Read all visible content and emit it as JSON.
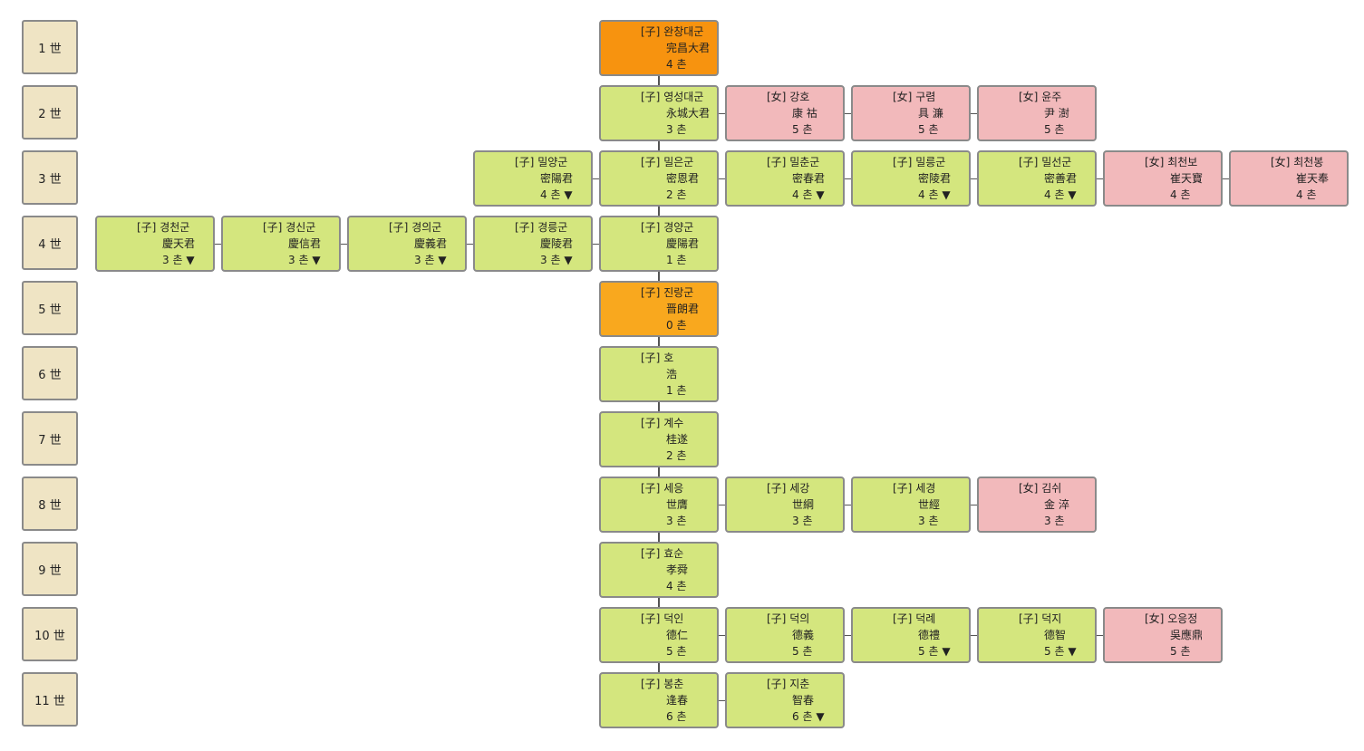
{
  "generations": [
    "1 世",
    "2 世",
    "3 世",
    "4 世",
    "5 世",
    "6 世",
    "7 世",
    "8 世",
    "9 世",
    "10 世",
    "11 世"
  ],
  "rows": [
    [
      {
        "col": 0,
        "sex": "ancestor",
        "rel": "[子]",
        "name": "완창대군",
        "hanja": "完昌大君",
        "chon": "4 촌",
        "more": ""
      }
    ],
    [
      {
        "col": 0,
        "sex": "male",
        "rel": "[子]",
        "name": "영성대군",
        "hanja": "永城大君",
        "chon": "3 촌",
        "more": ""
      },
      {
        "col": 1,
        "sex": "female",
        "rel": "[女]",
        "name": "강호",
        "hanja": "康 祜",
        "chon": "5 촌",
        "more": ""
      },
      {
        "col": 2,
        "sex": "female",
        "rel": "[女]",
        "name": "구렴",
        "hanja": "具 濂",
        "chon": "5 촌",
        "more": ""
      },
      {
        "col": 3,
        "sex": "female",
        "rel": "[女]",
        "name": "윤주",
        "hanja": "尹 澍",
        "chon": "5 촌",
        "more": ""
      }
    ],
    [
      {
        "col": -1,
        "sex": "male",
        "rel": "[子]",
        "name": "밀양군",
        "hanja": "密陽君",
        "chon": "4 촌",
        "more": "▼"
      },
      {
        "col": 0,
        "sex": "male",
        "rel": "[子]",
        "name": "밀은군",
        "hanja": "密恩君",
        "chon": "2 촌",
        "more": ""
      },
      {
        "col": 1,
        "sex": "male",
        "rel": "[子]",
        "name": "밀춘군",
        "hanja": "密春君",
        "chon": "4 촌",
        "more": "▼"
      },
      {
        "col": 2,
        "sex": "male",
        "rel": "[子]",
        "name": "밀릉군",
        "hanja": "密陵君",
        "chon": "4 촌",
        "more": "▼"
      },
      {
        "col": 3,
        "sex": "male",
        "rel": "[子]",
        "name": "밀선군",
        "hanja": "密善君",
        "chon": "4 촌",
        "more": "▼"
      },
      {
        "col": 4,
        "sex": "female",
        "rel": "[女]",
        "name": "최천보",
        "hanja": "崔天寶",
        "chon": "4 촌",
        "more": ""
      },
      {
        "col": 5,
        "sex": "female",
        "rel": "[女]",
        "name": "최천봉",
        "hanja": "崔天奉",
        "chon": "4 촌",
        "more": ""
      }
    ],
    [
      {
        "col": -4,
        "sex": "male",
        "rel": "[子]",
        "name": "경천군",
        "hanja": "慶天君",
        "chon": "3 촌",
        "more": "▼"
      },
      {
        "col": -3,
        "sex": "male",
        "rel": "[子]",
        "name": "경신군",
        "hanja": "慶信君",
        "chon": "3 촌",
        "more": "▼"
      },
      {
        "col": -2,
        "sex": "male",
        "rel": "[子]",
        "name": "경의군",
        "hanja": "慶義君",
        "chon": "3 촌",
        "more": "▼"
      },
      {
        "col": -1,
        "sex": "male",
        "rel": "[子]",
        "name": "경릉군",
        "hanja": "慶陵君",
        "chon": "3 촌",
        "more": "▼"
      },
      {
        "col": 0,
        "sex": "male",
        "rel": "[子]",
        "name": "경양군",
        "hanja": "慶陽君",
        "chon": "1 촌",
        "more": ""
      }
    ],
    [
      {
        "col": 0,
        "sex": "self",
        "rel": "[子]",
        "name": "진랑군",
        "hanja": "晋朗君",
        "chon": "0 촌",
        "more": ""
      }
    ],
    [
      {
        "col": 0,
        "sex": "male",
        "rel": "[子]",
        "name": "호",
        "hanja": "浩",
        "chon": "1 촌",
        "more": ""
      }
    ],
    [
      {
        "col": 0,
        "sex": "male",
        "rel": "[子]",
        "name": "계수",
        "hanja": "桂遂",
        "chon": "2 촌",
        "more": ""
      }
    ],
    [
      {
        "col": 0,
        "sex": "male",
        "rel": "[子]",
        "name": "세응",
        "hanja": "世膺",
        "chon": "3 촌",
        "more": ""
      },
      {
        "col": 1,
        "sex": "male",
        "rel": "[子]",
        "name": "세강",
        "hanja": "世綱",
        "chon": "3 촌",
        "more": ""
      },
      {
        "col": 2,
        "sex": "male",
        "rel": "[子]",
        "name": "세경",
        "hanja": "世經",
        "chon": "3 촌",
        "more": ""
      },
      {
        "col": 3,
        "sex": "female",
        "rel": "[女]",
        "name": "김쉬",
        "hanja": "金 淬",
        "chon": "3 촌",
        "more": ""
      }
    ],
    [
      {
        "col": 0,
        "sex": "male",
        "rel": "[子]",
        "name": "효순",
        "hanja": "孝舜",
        "chon": "4 촌",
        "more": ""
      }
    ],
    [
      {
        "col": 0,
        "sex": "male",
        "rel": "[子]",
        "name": "덕인",
        "hanja": "德仁",
        "chon": "5 촌",
        "more": ""
      },
      {
        "col": 1,
        "sex": "male",
        "rel": "[子]",
        "name": "덕의",
        "hanja": "德義",
        "chon": "5 촌",
        "more": ""
      },
      {
        "col": 2,
        "sex": "male",
        "rel": "[子]",
        "name": "덕례",
        "hanja": "德禮",
        "chon": "5 촌",
        "more": "▼"
      },
      {
        "col": 3,
        "sex": "male",
        "rel": "[子]",
        "name": "덕지",
        "hanja": "德智",
        "chon": "5 촌",
        "more": "▼"
      },
      {
        "col": 4,
        "sex": "female",
        "rel": "[女]",
        "name": "오응정",
        "hanja": "吳應鼎",
        "chon": "5 촌",
        "more": ""
      }
    ],
    [
      {
        "col": 0,
        "sex": "male",
        "rel": "[子]",
        "name": "봉춘",
        "hanja": "逢春",
        "chon": "6 촌",
        "more": ""
      },
      {
        "col": 1,
        "sex": "male",
        "rel": "[子]",
        "name": "지춘",
        "hanja": "智春",
        "chon": "6 촌",
        "more": "▼"
      }
    ]
  ]
}
